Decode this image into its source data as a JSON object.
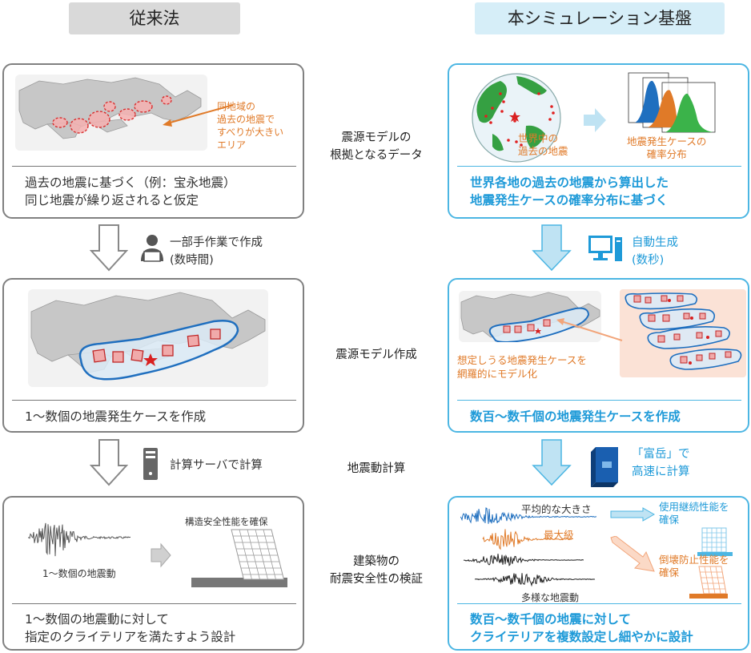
{
  "headers": {
    "left": "従来法",
    "right": "本シミュレーション基盤"
  },
  "middle": {
    "row1": [
      "震源モデルの",
      "根拠となるデータ"
    ],
    "row2": "震源モデル作成",
    "row3": "地震動計算",
    "row4": [
      "建築物の",
      "耐震安全性の検証"
    ]
  },
  "left": {
    "box1": {
      "annotation": [
        "同地域の",
        "過去の地震で",
        "すべりが大きい",
        "エリア"
      ],
      "caption": [
        "過去の地震に基づく（例：宝永地震）",
        "同じ地震が繰り返されると仮定"
      ]
    },
    "step1": [
      "一部手作業で作成",
      "(数時間)"
    ],
    "box2": {
      "caption": "1～数個の地震発生ケースを作成"
    },
    "step2": "計算サーバで計算",
    "box3": {
      "wave_label": "1～数個の地震動",
      "building_label": "構造安全性能を確保",
      "caption": [
        "1～数個の地震動に対して",
        "指定のクライテリアを満たすよう設計"
      ]
    }
  },
  "right": {
    "box1": {
      "globe_label": [
        "世界中の",
        "過去の地震"
      ],
      "hist_label": [
        "地震発生ケースの",
        "確率分布"
      ],
      "caption": [
        "世界各地の過去の地震から算出した",
        "地震発生ケースの確率分布に基づく"
      ]
    },
    "step1": [
      "自動生成",
      "(数秒)"
    ],
    "box2": {
      "annotation": [
        "想定しうる地震発生ケースを",
        "網羅的にモデル化"
      ],
      "caption": "数百～数千個の地震発生ケースを作成"
    },
    "step2": [
      "「富岳」で",
      "高速に計算"
    ],
    "box3": {
      "avg_label": "平均的な大きさ",
      "max_label": "最大級",
      "various_label": "多様な地震動",
      "perf1": [
        "使用継続性能を",
        "確保"
      ],
      "perf2": [
        "倒壊防止性能を",
        "確保"
      ],
      "caption": [
        "数百～数千個の地震に対して",
        "クライテリアを複数設定し細やかに設計"
      ]
    }
  },
  "colors": {
    "gray_border": "#808080",
    "blue_border": "#4cb6e3",
    "blue_text": "#1e9ad8",
    "orange": "#e07a28",
    "red_patch": "#e03a3a"
  },
  "icons": {
    "person": "person-at-computer-icon",
    "server": "server-icon",
    "pc": "desktop-pc-icon",
    "fugaku": "supercomputer-icon"
  }
}
